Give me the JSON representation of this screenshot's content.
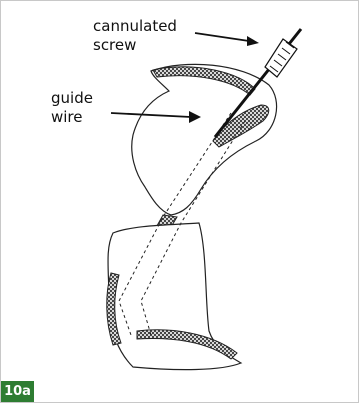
{
  "figure": {
    "tag": "10a",
    "tag_color": "#2e7d32",
    "labels": {
      "screw_line1": "cannulated",
      "screw_line2": "screw",
      "wire_line1": "guide",
      "wire_line2": "wire"
    }
  }
}
